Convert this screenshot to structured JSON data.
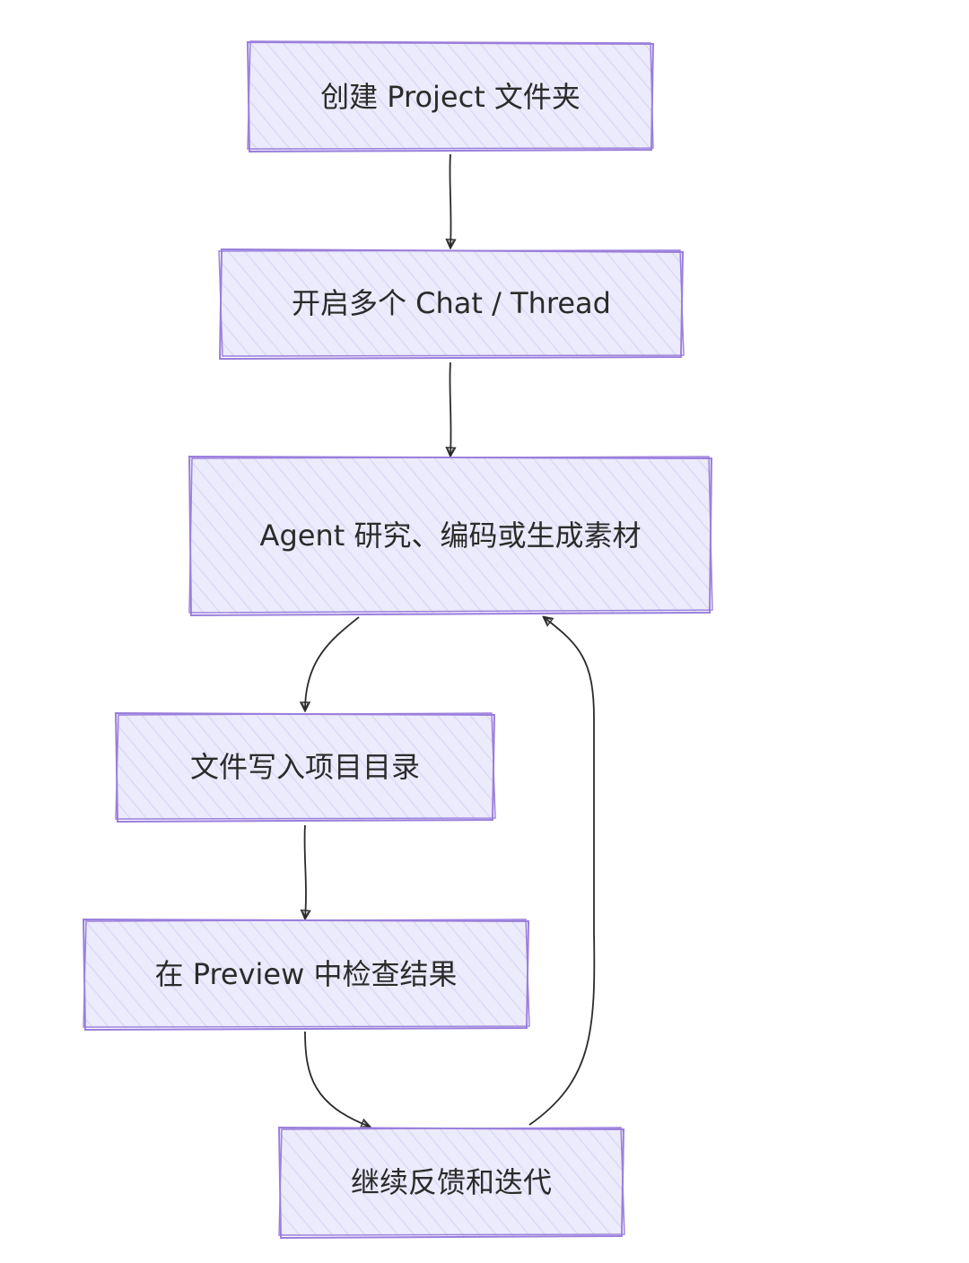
{
  "diagram": {
    "nodes": [
      {
        "id": "n1",
        "label": "创建 Project 文件夹"
      },
      {
        "id": "n2",
        "label": "开启多个 Chat / Thread"
      },
      {
        "id": "n3",
        "label": "Agent 研究、编码或生成素材"
      },
      {
        "id": "n4",
        "label": "文件写入项目目录"
      },
      {
        "id": "n5",
        "label": "在 Preview 中检查结果"
      },
      {
        "id": "n6",
        "label": "继续反馈和迭代"
      }
    ],
    "edges": [
      {
        "from": "n1",
        "to": "n2"
      },
      {
        "from": "n2",
        "to": "n3"
      },
      {
        "from": "n3",
        "to": "n4"
      },
      {
        "from": "n4",
        "to": "n5"
      },
      {
        "from": "n5",
        "to": "n6"
      },
      {
        "from": "n6",
        "to": "n3"
      }
    ],
    "colors": {
      "node_fill": "#ecebfb",
      "node_hatch": "#d9d6f5",
      "node_stroke": "#9a7fdc",
      "edge_stroke": "#2b2b2b",
      "text": "#2b2b2b"
    }
  }
}
